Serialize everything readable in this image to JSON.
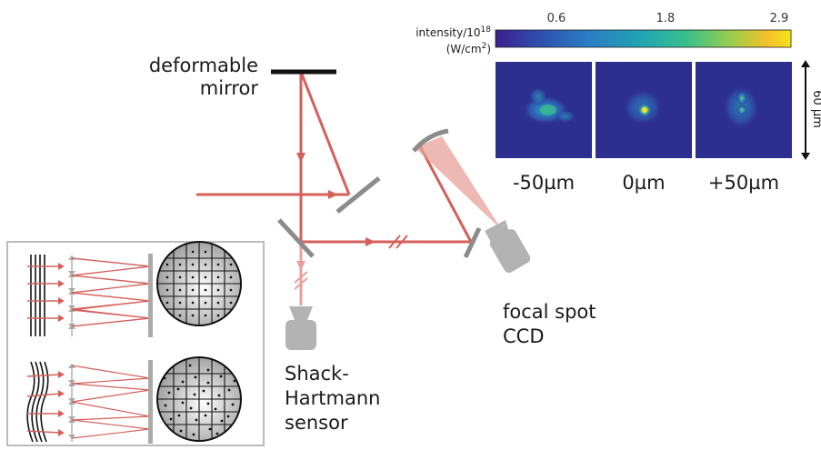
{
  "labels": {
    "deformable_mirror": [
      "deformable",
      "mirror"
    ],
    "focal_spot_ccd": [
      "focal spot",
      "CCD"
    ],
    "shack_hartmann": [
      "Shack-",
      "Hartmann",
      "sensor"
    ]
  },
  "colorbar": {
    "title_line1": "intensity/10",
    "title_sup": "18",
    "title_line2_a": "(W/cm",
    "title_line2_sup": "2",
    "title_line2_b": ")",
    "ticks": [
      "0.6",
      "1.8",
      "2.9"
    ],
    "colormap": [
      "#3b1e8c",
      "#2f4fb0",
      "#2a7ec4",
      "#22a6b2",
      "#3ac08a",
      "#9ccd4a",
      "#f5c02c",
      "#f4e41a"
    ]
  },
  "panels": {
    "labels": [
      "-50µm",
      "0µm",
      "+50µm"
    ],
    "scale_label": "60 µm",
    "background_color": "#2d2f8e"
  },
  "colors": {
    "beam": "#d4605a",
    "beam_light": "#e8a09a",
    "optic_gray": "#8c8c8c",
    "device_gray": "#b3b3b3"
  }
}
